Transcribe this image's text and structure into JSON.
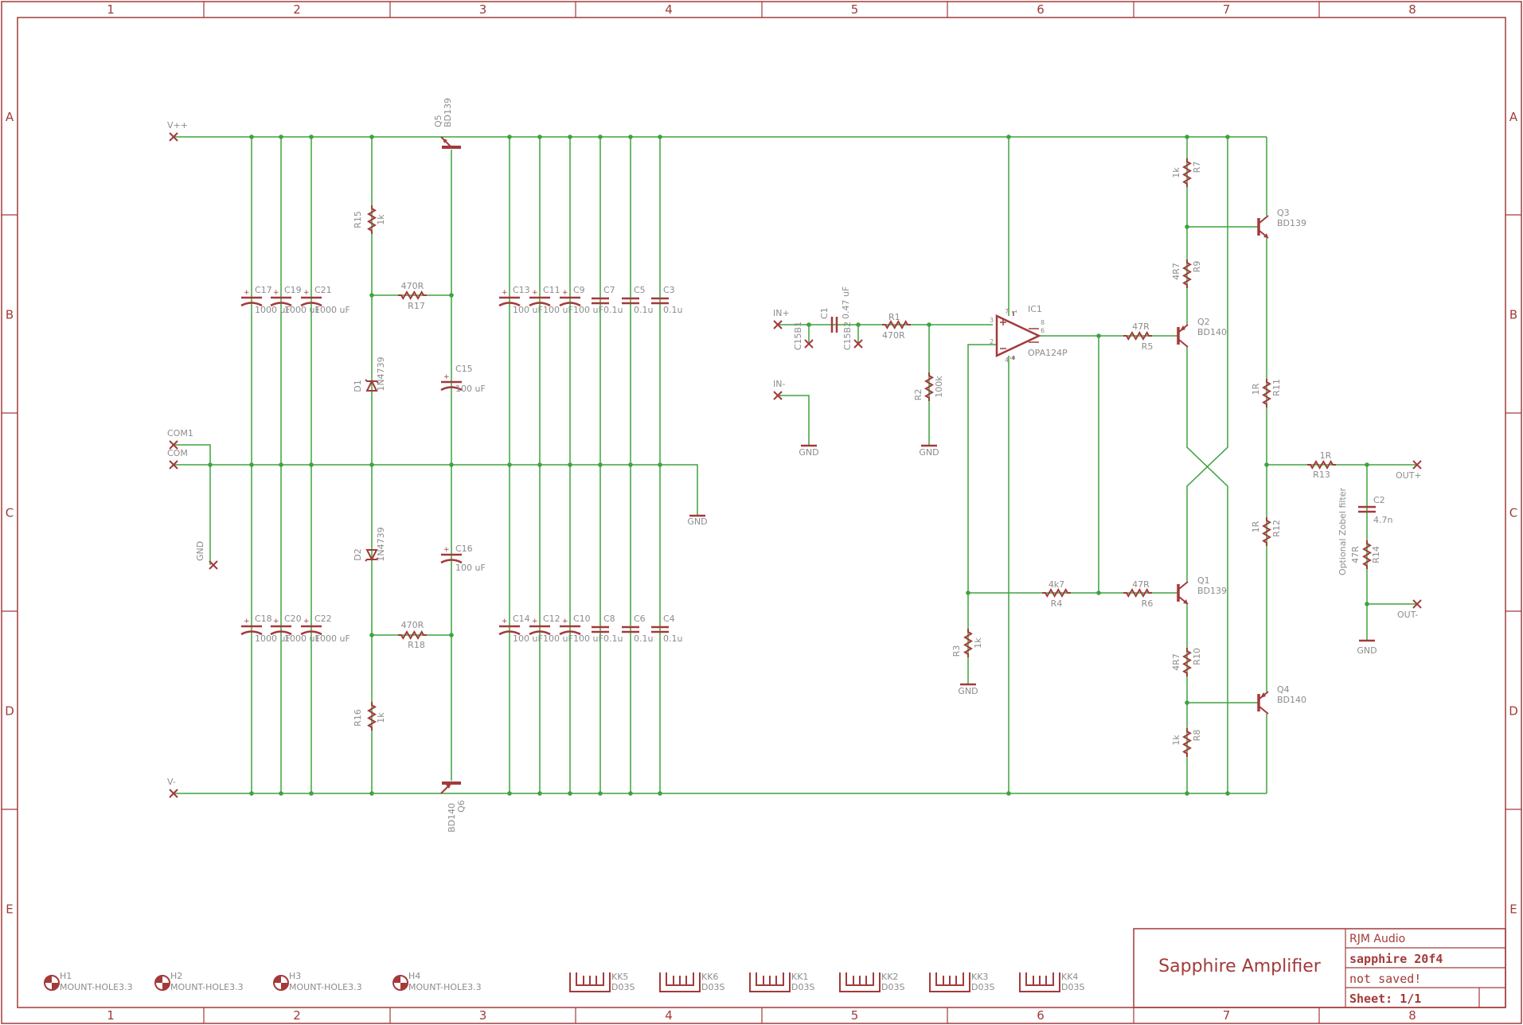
{
  "colors": {
    "frame": "#a33a3a",
    "wire": "#3fa33f",
    "symbol": "#a33a3a",
    "label": "#8c8c8c",
    "junction": "#3fa33f"
  },
  "frame": {
    "columns": [
      "1",
      "2",
      "3",
      "4",
      "5",
      "6",
      "7",
      "8"
    ],
    "rows": [
      "A",
      "B",
      "C",
      "D",
      "E"
    ]
  },
  "title_block": {
    "title": "Sapphire Amplifier",
    "company": "RJM Audio",
    "filename": "sapphire 20f4",
    "status": "not saved!",
    "sheet": "Sheet: 1/1"
  },
  "nets": {
    "vpp": "V++",
    "vmm": "V-",
    "com1": "COM1",
    "com": "COM",
    "gnd": "GND",
    "in_p": "IN+",
    "in_m": "IN-",
    "out_p": "OUT+",
    "out_m": "OUT-"
  },
  "notes": {
    "zobel": "Optional Zobel filter"
  },
  "parts": {
    "Q5": {
      "name": "Q5",
      "value": "BD139"
    },
    "Q6": {
      "name": "Q6",
      "value": "BD140"
    },
    "Q1": {
      "name": "Q1",
      "value": "BD139"
    },
    "Q2": {
      "name": "Q2",
      "value": "BD140"
    },
    "Q3": {
      "name": "Q3",
      "value": "BD139"
    },
    "Q4": {
      "name": "Q4",
      "value": "BD140"
    },
    "IC1": {
      "name": "IC1",
      "value": "OPA124P"
    },
    "D1": {
      "name": "D1",
      "value": "1N4739"
    },
    "D2": {
      "name": "D2",
      "value": "1N4739"
    },
    "R1": {
      "name": "R1",
      "value": "470R"
    },
    "R2": {
      "name": "R2",
      "value": "100k"
    },
    "R3": {
      "name": "R3",
      "value": "1k"
    },
    "R4": {
      "name": "R4",
      "value": "4k7"
    },
    "R5": {
      "name": "R5",
      "value": "47R"
    },
    "R6": {
      "name": "R6",
      "value": "47R"
    },
    "R7": {
      "name": "R7",
      "value": "1k"
    },
    "R8": {
      "name": "R8",
      "value": "1k"
    },
    "R9": {
      "name": "R9",
      "value": "4R7"
    },
    "R10": {
      "name": "R10",
      "value": "4R7"
    },
    "R11": {
      "name": "R11",
      "value": "1R"
    },
    "R12": {
      "name": "R12",
      "value": "1R"
    },
    "R13": {
      "name": "R13",
      "value": "1R"
    },
    "R14": {
      "name": "R14",
      "value": "47R"
    },
    "R15": {
      "name": "R15",
      "value": "1k"
    },
    "R16": {
      "name": "R16",
      "value": "1k"
    },
    "R17": {
      "name": "R17",
      "value": "470R"
    },
    "R18": {
      "name": "R18",
      "value": "470R"
    },
    "C1": {
      "name": "C1",
      "value": "0.47 uF"
    },
    "C2": {
      "name": "C2",
      "value": "4.7n"
    },
    "C3": {
      "name": "C3",
      "value": "0.1u"
    },
    "C4": {
      "name": "C4",
      "value": "0.1u"
    },
    "C5": {
      "name": "C5",
      "value": "0.1u"
    },
    "C6": {
      "name": "C6",
      "value": "0.1u"
    },
    "C7": {
      "name": "C7",
      "value": "0.1u"
    },
    "C8": {
      "name": "C8",
      "value": "0.1u"
    },
    "C9": {
      "name": "C9",
      "value": "100 uF"
    },
    "C10": {
      "name": "C10",
      "value": "100 uF"
    },
    "C11": {
      "name": "C11",
      "value": "100 uF"
    },
    "C12": {
      "name": "C12",
      "value": "100 uF"
    },
    "C13": {
      "name": "C13",
      "value": "100 uF"
    },
    "C14": {
      "name": "C14",
      "value": "100 uF"
    },
    "C15": {
      "name": "C15",
      "value": "100 uF"
    },
    "C16": {
      "name": "C16",
      "value": "100 uF"
    },
    "C17": {
      "name": "C17",
      "value": "1000 uF"
    },
    "C18": {
      "name": "C18",
      "value": "1000 uF"
    },
    "C19": {
      "name": "C19",
      "value": "1000 uF"
    },
    "C20": {
      "name": "C20",
      "value": "1000 uF"
    },
    "C21": {
      "name": "C21",
      "value": "1000 uF"
    },
    "C22": {
      "name": "C22",
      "value": "1000 uF"
    },
    "C15B1": {
      "name": "C15B1"
    },
    "C15B2": {
      "name": "C15B2"
    }
  },
  "pins": {
    "ic1_p1": "1",
    "ic1_p2": "2",
    "ic1_p3": "3",
    "ic1_p4": "4",
    "ic1_p5": "5",
    "ic1_p6": "6",
    "ic1_p7": "7",
    "ic1_p8": "8"
  },
  "mount_holes": [
    {
      "name": "H1",
      "value": "MOUNT-HOLE3.3"
    },
    {
      "name": "H2",
      "value": "MOUNT-HOLE3.3"
    },
    {
      "name": "H3",
      "value": "MOUNT-HOLE3.3"
    },
    {
      "name": "H4",
      "value": "MOUNT-HOLE3.3"
    }
  ],
  "heatsinks": [
    {
      "name": "KK5",
      "value": "D03S"
    },
    {
      "name": "KK6",
      "value": "D03S"
    },
    {
      "name": "KK1",
      "value": "D03S"
    },
    {
      "name": "KK2",
      "value": "D03S"
    },
    {
      "name": "KK3",
      "value": "D03S"
    },
    {
      "name": "KK4",
      "value": "D03S"
    }
  ]
}
